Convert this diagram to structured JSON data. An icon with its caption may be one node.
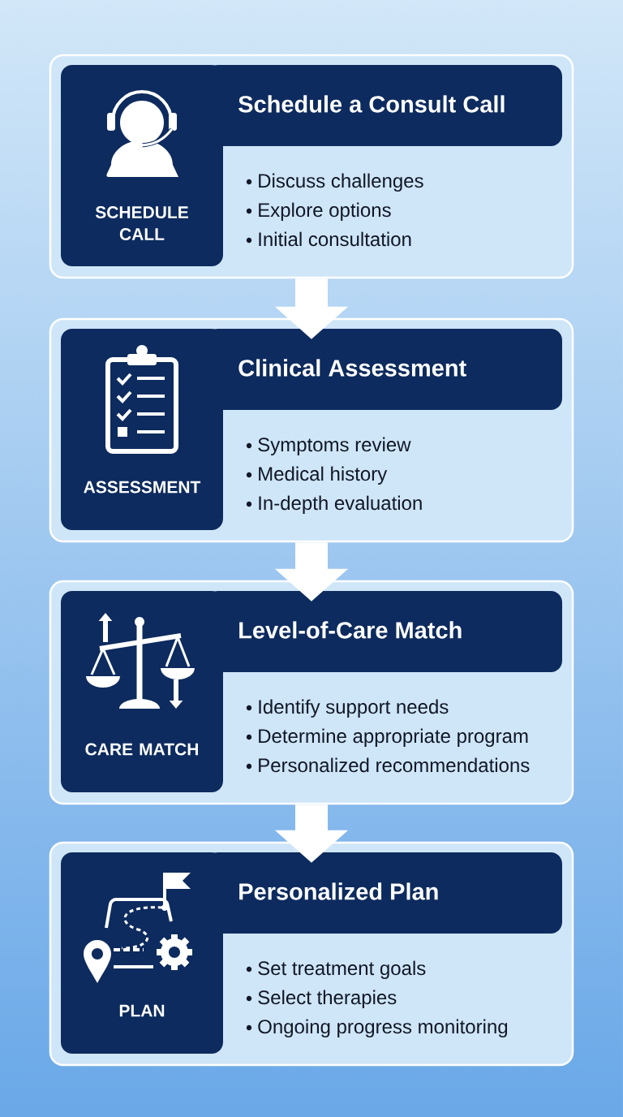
{
  "diagram": {
    "nodes": [
      {
        "text": [
          "Schedule a Consult Call",
          "Discuss challenges",
          "Explore options",
          "Initial consultation"
        ]
      },
      {
        "text": [
          "SCHEDULE CALL"
        ],
        "in": 0
      },
      {
        "text": [
          "Clinical Assessment",
          "Symptoms review",
          "Medical history",
          "In-depth evaluation"
        ]
      },
      {
        "text": [
          "ASSESSMENT"
        ],
        "in": 2
      },
      {
        "text": [
          "Level-of-Care Match",
          "Identify support needs",
          "Determine appropriate program",
          "Personalized recommendations"
        ]
      },
      {
        "text": [
          "CARE MATCH"
        ],
        "in": 4
      },
      {
        "text": [
          "Personalized Plan",
          "Set treatment goals",
          "Select therapies",
          "Ongoing progress monitoring"
        ]
      },
      {
        "text": [
          "PLAN"
        ],
        "in": 6
      }
    ],
    "edges": [
      {
        "from": 0,
        "to": 2,
        "arrow": "to"
      },
      {
        "from": 2,
        "to": 4,
        "arrow": "to"
      },
      {
        "from": 4,
        "to": 6,
        "arrow": "to"
      }
    ]
  }
}
